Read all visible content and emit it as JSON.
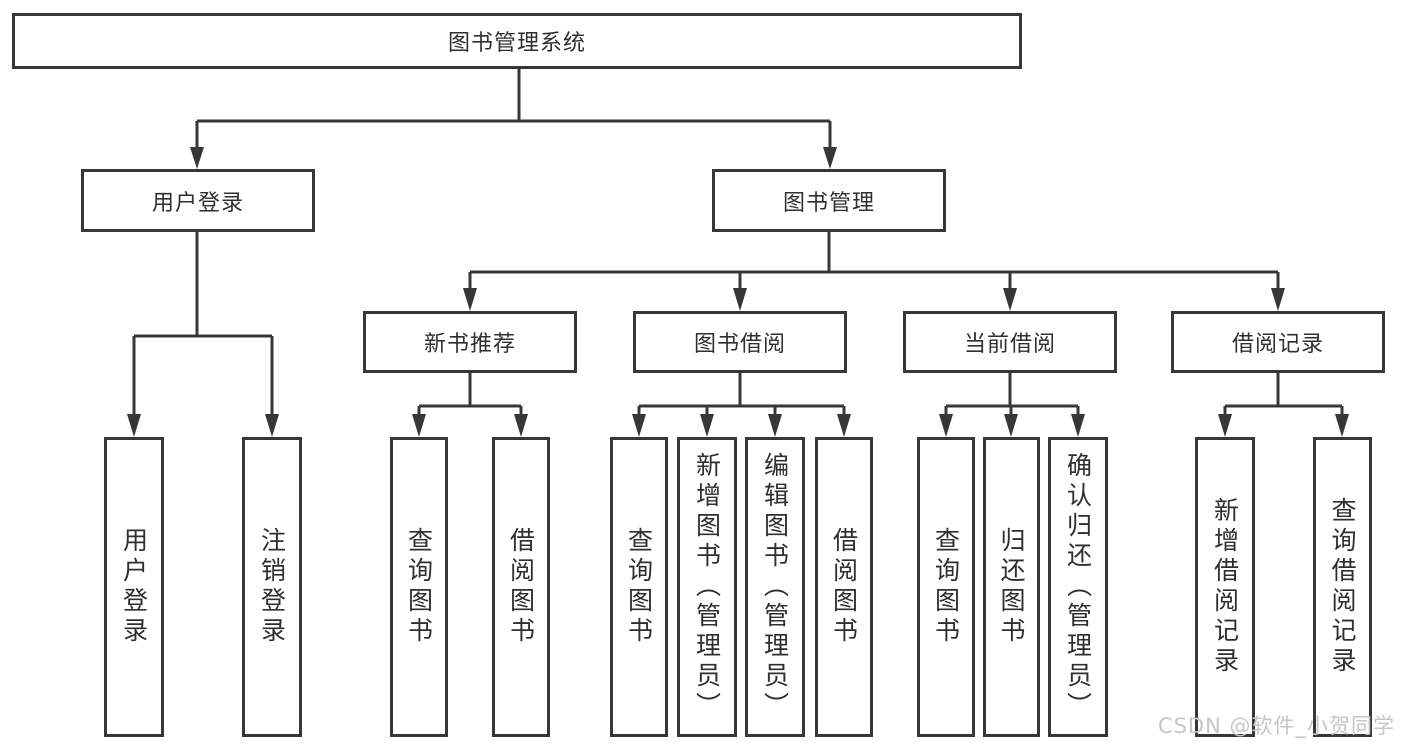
{
  "colors": {
    "line": "#373737",
    "text": "#2f2f2f",
    "background": "#ffffff",
    "watermark": "#c6c6c6"
  },
  "tree": {
    "root": "图书管理系统",
    "branches": [
      {
        "label": "用户登录",
        "children": [
          "用户登录",
          "注销登录"
        ]
      },
      {
        "label": "图书管理",
        "groups": [
          {
            "label": "新书推荐",
            "children": [
              "查询图书",
              "借阅图书"
            ]
          },
          {
            "label": "图书借阅",
            "children": [
              "查询图书",
              "新增图书（管理员）",
              "编辑图书（管理员）",
              "借阅图书"
            ]
          },
          {
            "label": "当前借阅",
            "children": [
              "查询图书",
              "归还图书",
              "确认归还（管理员）"
            ]
          },
          {
            "label": "借阅记录",
            "children": [
              "新增借阅记录",
              "查询借阅记录"
            ]
          }
        ]
      }
    ]
  },
  "watermark": {
    "text": "CSDN @软件_小贺同学"
  }
}
